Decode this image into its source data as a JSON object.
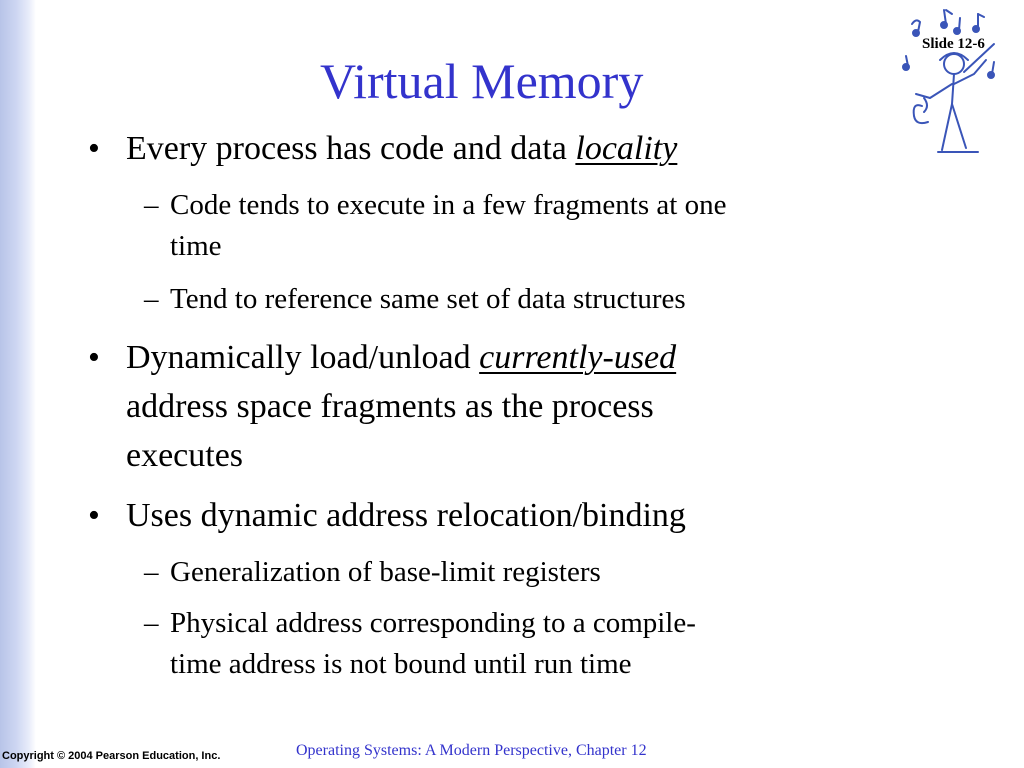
{
  "slide": {
    "number_label": "Slide 12-6",
    "title": "Virtual Memory",
    "bullets": [
      {
        "marker": "•",
        "text_before": "Every process has code and data ",
        "emphasis": "locality",
        "sub_bullets": [
          {
            "marker": "–",
            "lines": [
              "Code tends to execute in a few fragments at one",
              "time"
            ]
          },
          {
            "marker": "–",
            "lines": [
              "Tend to reference same set of data structures"
            ]
          }
        ]
      },
      {
        "marker": "•",
        "text_before": "Dynamically load/unload ",
        "emphasis": "currently-used",
        "continuation_lines": [
          "address space fragments as the process",
          "executes"
        ]
      },
      {
        "marker": "•",
        "text": "Uses dynamic address relocation/binding",
        "sub_bullets": [
          {
            "marker": "–",
            "lines": [
              "Generalization of base-limit registers"
            ]
          },
          {
            "marker": "–",
            "lines": [
              "Physical address corresponding to a compile-",
              "time address is not bound until run time"
            ]
          }
        ]
      }
    ]
  },
  "footer": {
    "copyright": "Copyright © 2004 Pearson Education, Inc.",
    "book_title": "Operating Systems: A Modern Perspective, Chapter 12"
  },
  "colors": {
    "title": "#3333cc",
    "footer_book": "#3333cc",
    "left_bar": "#c6d0f0",
    "clipart": "#3a55b8"
  },
  "icons": {
    "clipart": "musician-with-music-notes-clipart"
  }
}
